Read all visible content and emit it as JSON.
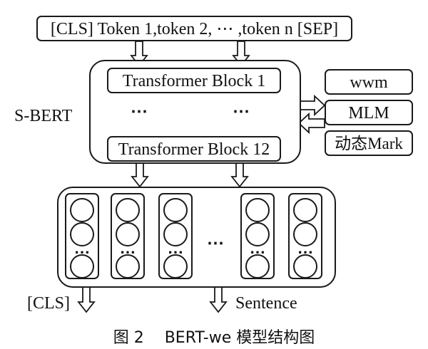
{
  "input": {
    "text": "[CLS] Token 1,token 2, ⋯ ,token n [SEP]"
  },
  "encoder": {
    "label": "S-BERT",
    "block_first": "Transformer Block 1",
    "block_last": "Transformer Block 12",
    "ellipsis_left": "⋯",
    "ellipsis_right": "⋯"
  },
  "strategies": [
    {
      "label": "wwm"
    },
    {
      "label": "MLM"
    },
    {
      "label": "动态Mark"
    }
  ],
  "output": {
    "column_count": 5,
    "column_dots": "⋯",
    "middle_ellipsis": "⋯",
    "cls_label": "[CLS]",
    "sentence_label": "Sentence"
  },
  "caption": {
    "text": "图 2　 BERT-we 模型结构图"
  }
}
